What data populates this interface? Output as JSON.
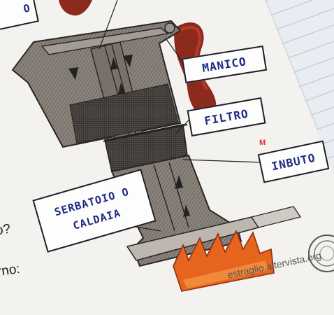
{
  "labels": {
    "top_partial": "O",
    "manico": "MANICO",
    "filtro": "FILTRO",
    "imbuto": "INBUTO",
    "imbuto_correction": "M",
    "serbatoio_line1": "SERBATOIO O",
    "serbatoio_line2": "CALDAIA"
  },
  "margin_text": {
    "line1": "o?",
    "line2": "rno:"
  },
  "footer": {
    "website": "estraglio.altervista.org"
  },
  "colors": {
    "paper": "#f3f2ee",
    "label_ink": "#1f2a86",
    "handle": "#8c2a1e",
    "flame": "#e6641e",
    "pencil_body": "#6d655d"
  }
}
